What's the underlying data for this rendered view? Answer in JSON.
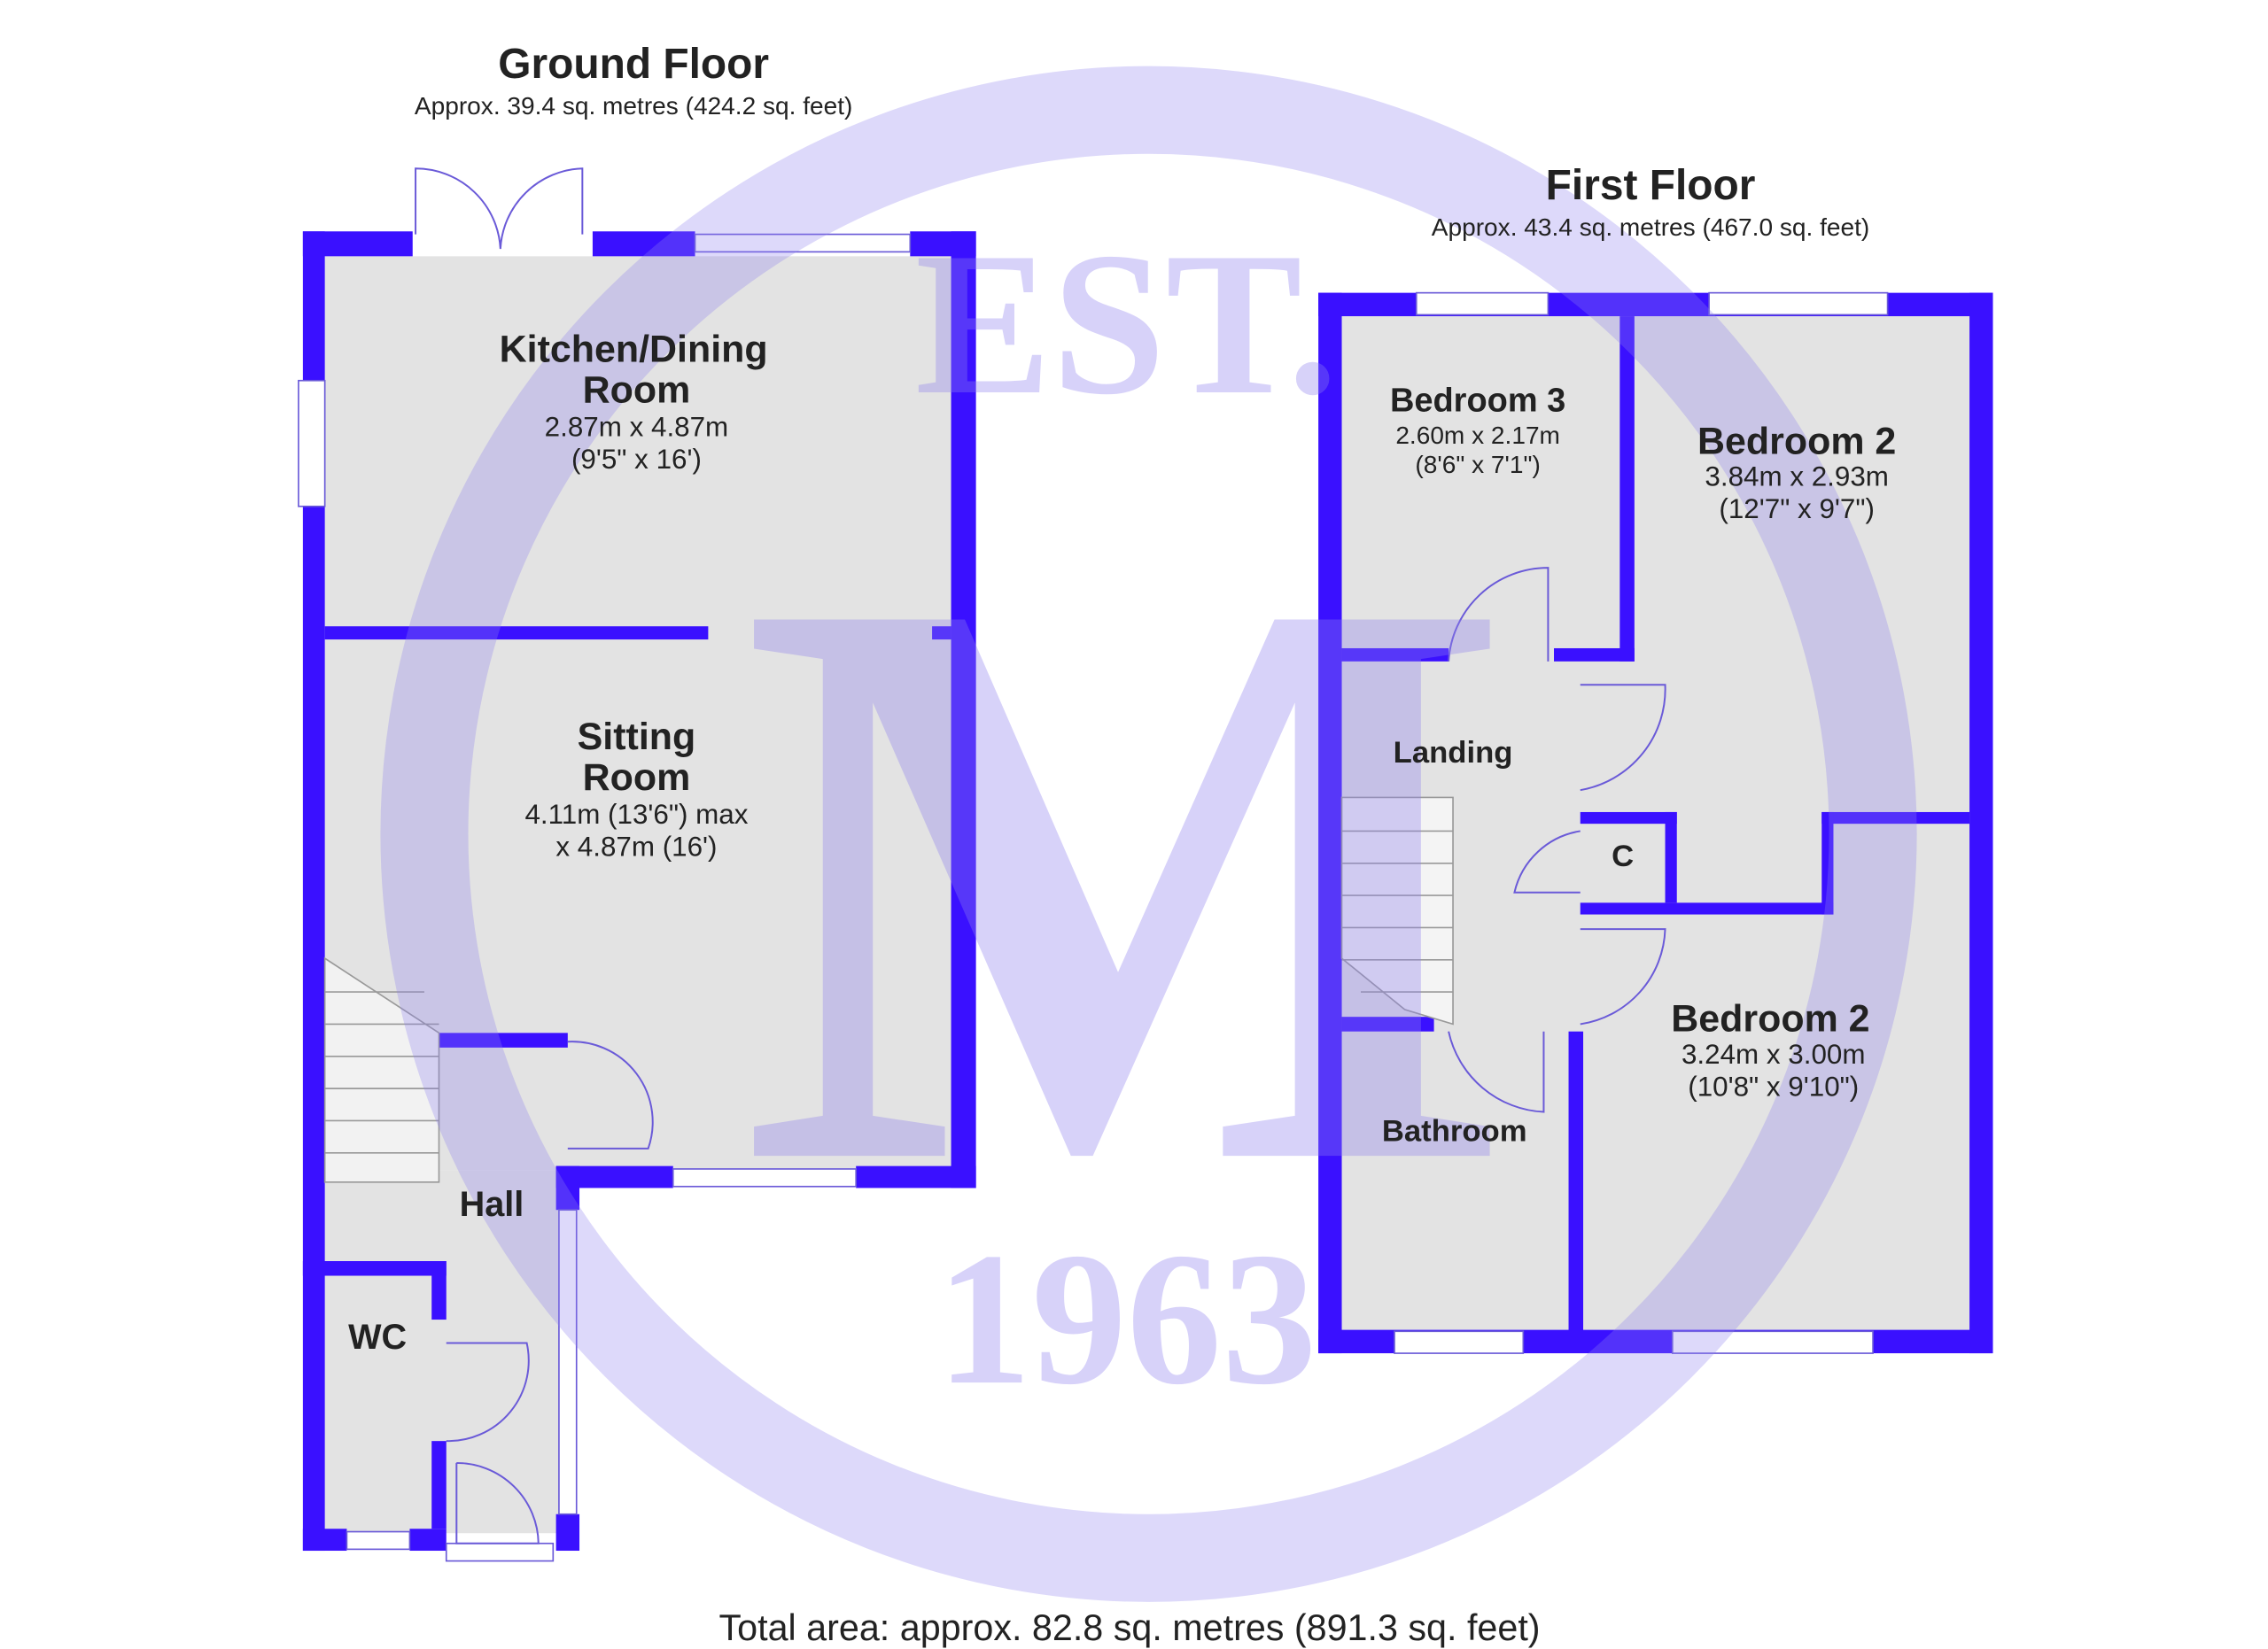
{
  "ground_floor": {
    "title": "Ground Floor",
    "area": "Approx. 39.4 sq. metres (424.2 sq. feet)",
    "rooms": [
      {
        "name": "Kitchen/Dining",
        "name2": "Room",
        "dim_m": "2.87m x 4.87m",
        "dim_ft": "(9'5\" x 16')"
      },
      {
        "name": "Sitting",
        "name2": "Room",
        "dim_m": "4.11m (13'6\") max",
        "dim_ft": "x 4.87m (16')"
      },
      {
        "name": "Hall"
      },
      {
        "name": "WC"
      }
    ]
  },
  "first_floor": {
    "title": "First Floor",
    "area": "Approx. 43.4 sq. metres (467.0 sq. feet)",
    "rooms": [
      {
        "name": "Bedroom 3",
        "dim_m": "2.60m x 2.17m",
        "dim_ft": "(8'6\" x 7'1\")"
      },
      {
        "name": "Bedroom 2",
        "dim_m": "3.84m x 2.93m",
        "dim_ft": "(12'7\" x 9'7\")"
      },
      {
        "name": "Landing"
      },
      {
        "name": "C"
      },
      {
        "name": "Bedroom 2",
        "dim_m": "3.24m x 3.00m",
        "dim_ft": "(10'8\" x 9'10\")"
      },
      {
        "name": "Bathroom"
      }
    ]
  },
  "watermark": {
    "top": "EST.",
    "letter": "M",
    "year": "1963"
  },
  "total_area": "Total area: approx. 82.8 sq. metres (891.3 sq. feet)",
  "colors": {
    "wall": "#3a10ff",
    "floor": "#e3e3e3",
    "watermark": "#8f80ee"
  }
}
